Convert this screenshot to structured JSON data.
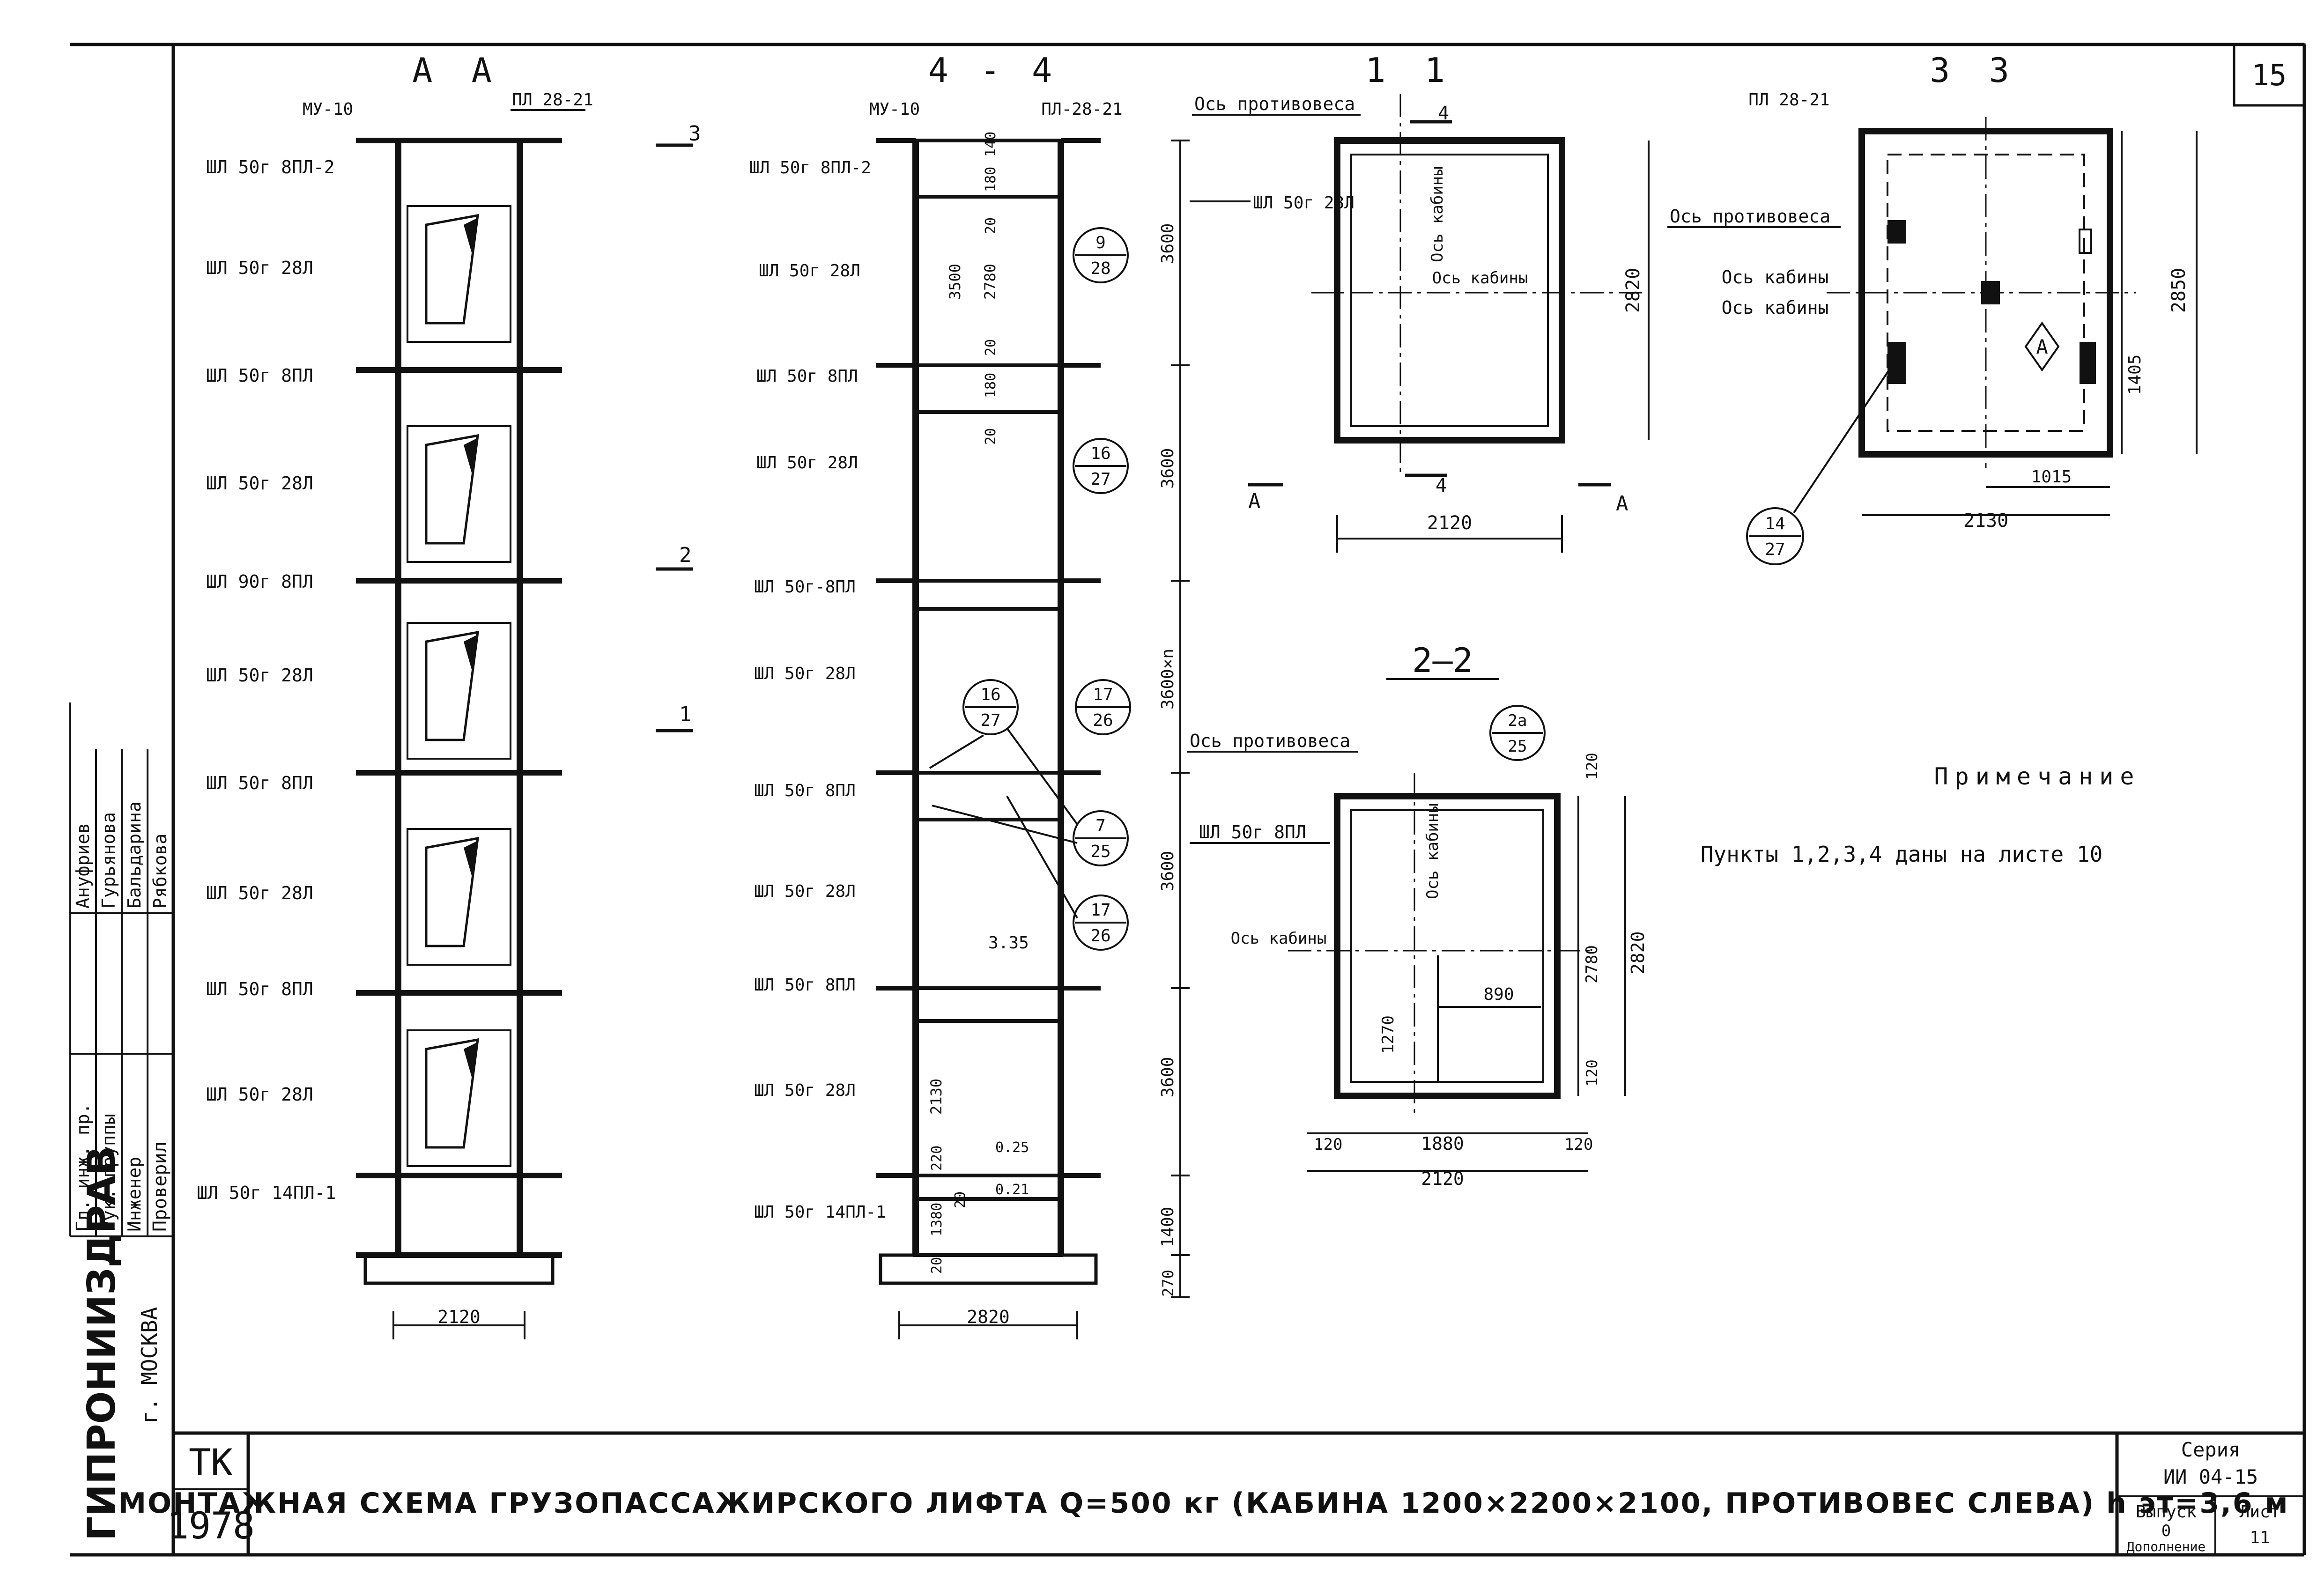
{
  "sheet_number": "15",
  "title": "МОНТАЖНАЯ СХЕМА ГРУЗОПАССАЖИРСКОГО ЛИФТА Q=500 кг (КАБИНА 1200×2200×2100, ПРОТИВОВЕС СЛЕВА) h эт=3,6 м",
  "stamp": {
    "org": "ГИПРОНИИЗДРАВ",
    "city": "г. МОСКВА",
    "mark": "ТК",
    "year": "1978",
    "series_label": "Серия",
    "series_value": "ИИ 04-15",
    "issue_label": "Выпуск",
    "issue_value": "0",
    "sheet_label": "Лист",
    "sheet_value": "11",
    "supplement": "Дополнение",
    "roles": [
      "Гл. инж. пр.",
      "Рук. группы",
      "Инженер",
      "Проверил"
    ],
    "names": [
      "Ануфриев",
      "Гурьянова",
      "Бальдарина",
      "Рябкова"
    ]
  },
  "section_aa": {
    "title": "А  А",
    "top_label_mu": "МУ-10",
    "top_label_pl": "ПЛ 28-21",
    "markers": [
      "3",
      "2",
      "1"
    ],
    "labels": [
      "ШЛ 50г 8ПЛ-2",
      "ШЛ 50г 28Л",
      "ШЛ 50г 8ПЛ",
      "ШЛ 50г 28Л",
      "ШЛ 90г 8ПЛ",
      "ШЛ 50г 28Л",
      "ШЛ 50г 8ПЛ",
      "ШЛ 50г 28Л",
      "ШЛ 50г 8ПЛ",
      "ШЛ 50г 28Л",
      "ШЛ 50г 14ПЛ-1"
    ],
    "bottom_dim": "2120",
    "tag": "A"
  },
  "section_44": {
    "title": "4 - 4",
    "top_label_mu": "МУ-10",
    "top_label_pl": "ПЛ-28-21",
    "labels": [
      "ШЛ 50г 8ПЛ-2",
      "ШЛ 50г 28Л",
      "ШЛ 50г 8ПЛ",
      "ШЛ 50г 28Л",
      "ШЛ 50г-8ПЛ",
      "ШЛ 50г 28Л",
      "ШЛ 50г 8ПЛ",
      "ШЛ 50г 28Л",
      "ШЛ 50г 8ПЛ",
      "ШЛ 50г 28Л",
      "ШЛ 50г 14ПЛ-1"
    ],
    "right_dims": [
      "3600",
      "3600",
      "3600×n",
      "3600",
      "3600",
      "1400",
      "270"
    ],
    "inner_dims": [
      "140",
      "180",
      "20",
      "3500",
      "2780",
      "20",
      "180",
      "20",
      "2130",
      "220",
      "20",
      "1380",
      "20",
      "3.35",
      "0.25",
      "0.21"
    ],
    "callouts": [
      {
        "top": "9",
        "bottom": "28"
      },
      {
        "top": "16",
        "bottom": "27"
      },
      {
        "top": "16",
        "bottom": "27"
      },
      {
        "top": "17",
        "bottom": "26"
      },
      {
        "top": "7",
        "bottom": "25"
      },
      {
        "top": "17",
        "bottom": "26"
      }
    ],
    "bottom_dim": "2820"
  },
  "section_11": {
    "title": "1  1",
    "counterweight_axis": "Ось противовеса",
    "cabin_axis_a": "Ось кабины",
    "cabin_axis_b": "Ось кабины",
    "label": "ШЛ 50г 28Л",
    "cut_mark": "4",
    "dim_width": "2120",
    "dim_height": "2820",
    "cut_a": "А"
  },
  "section_33": {
    "title": "3  3",
    "top_label": "ПЛ 28-21",
    "counterweight_axis": "Ось противовеса",
    "cabin_axis": "Ось кабины",
    "tag": "A",
    "dim_width": "2130",
    "dim_height": "2850",
    "dim_1405": "1405",
    "dim_1015": "1015",
    "callout": {
      "top": "14",
      "bottom": "27"
    }
  },
  "section_22": {
    "title": "2—2",
    "counterweight_axis": "Ось противовеса",
    "cabin_axis_a": "Ось кабины",
    "cabin_axis_b": "Ось кабины",
    "label": "ШЛ 50г 8ПЛ",
    "callout": {
      "top": "2а",
      "bottom": "25"
    },
    "dims": [
      "120",
      "2780",
      "2820",
      "120",
      "1270",
      "890",
      "120",
      "1880",
      "120",
      "2120"
    ]
  },
  "note": {
    "title": "Примечание",
    "text": "Пункты 1,2,3,4 даны на листе 10"
  }
}
